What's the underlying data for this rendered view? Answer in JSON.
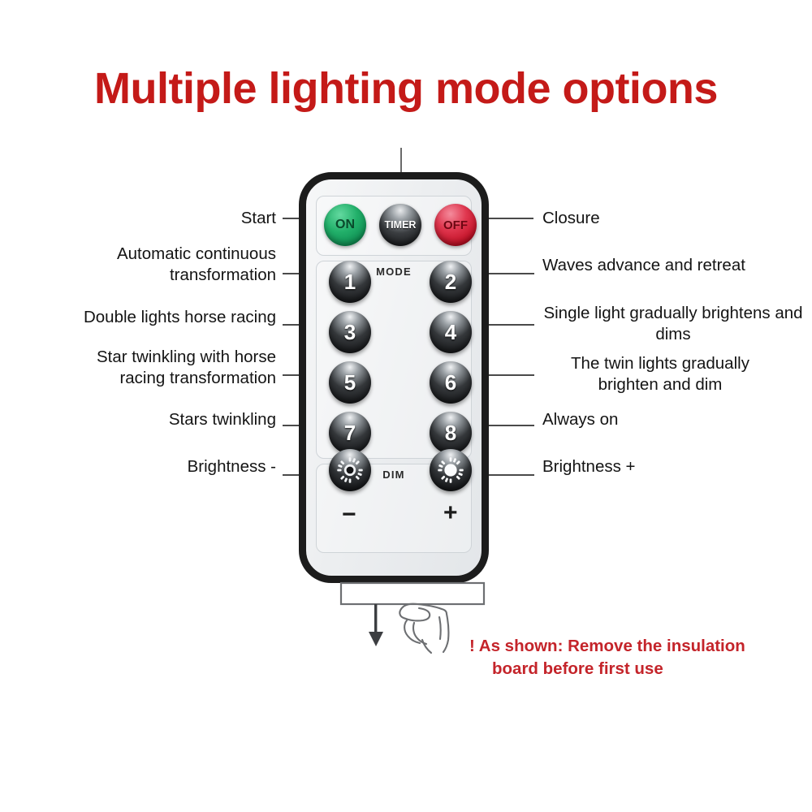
{
  "title": "Multiple lighting mode options",
  "remote": {
    "top_buttons": [
      {
        "key": "on",
        "label": "ON",
        "color": "#0f8f53"
      },
      {
        "key": "timer",
        "label": "TIMER",
        "color": "#101113"
      },
      {
        "key": "off",
        "label": "OFF",
        "color": "#c00f24"
      }
    ],
    "mode_label": "MODE",
    "dim_label": "DIM",
    "mode_buttons": [
      "1",
      "2",
      "3",
      "4",
      "5",
      "6",
      "7",
      "8"
    ],
    "dim_buttons": [
      {
        "key": "brightness-down",
        "icon": "sun-icon",
        "sign": "−"
      },
      {
        "key": "brightness-up",
        "icon": "sun-icon",
        "sign": "+"
      }
    ]
  },
  "callouts_left": [
    {
      "id": "start",
      "text": "Start"
    },
    {
      "id": "mode-1",
      "text": "Automatic continuous transformation"
    },
    {
      "id": "mode-3",
      "text": "Double lights horse racing"
    },
    {
      "id": "mode-5",
      "text": "Star twinkling with horse racing transformation"
    },
    {
      "id": "mode-7",
      "text": "Stars twinkling"
    },
    {
      "id": "brightness-down",
      "text": "Brightness -"
    }
  ],
  "callouts_right": [
    {
      "id": "closure",
      "text": "Closure"
    },
    {
      "id": "mode-2",
      "text": "Waves advance and retreat"
    },
    {
      "id": "mode-4",
      "text": "Single light gradually brightens and dims"
    },
    {
      "id": "mode-6",
      "text": "The twin lights gradually brighten and dim"
    },
    {
      "id": "mode-8",
      "text": "Always on"
    },
    {
      "id": "brightness-up",
      "text": "Brightness +"
    }
  ],
  "warning": {
    "line1": "!  As shown: Remove the insulation",
    "line2": "board before first use",
    "color": "#c4242a"
  },
  "colors": {
    "title": "#c41a18",
    "warning": "#c4242a",
    "remote_border": "#1c1c1c",
    "remote_body": "#eceef0"
  }
}
